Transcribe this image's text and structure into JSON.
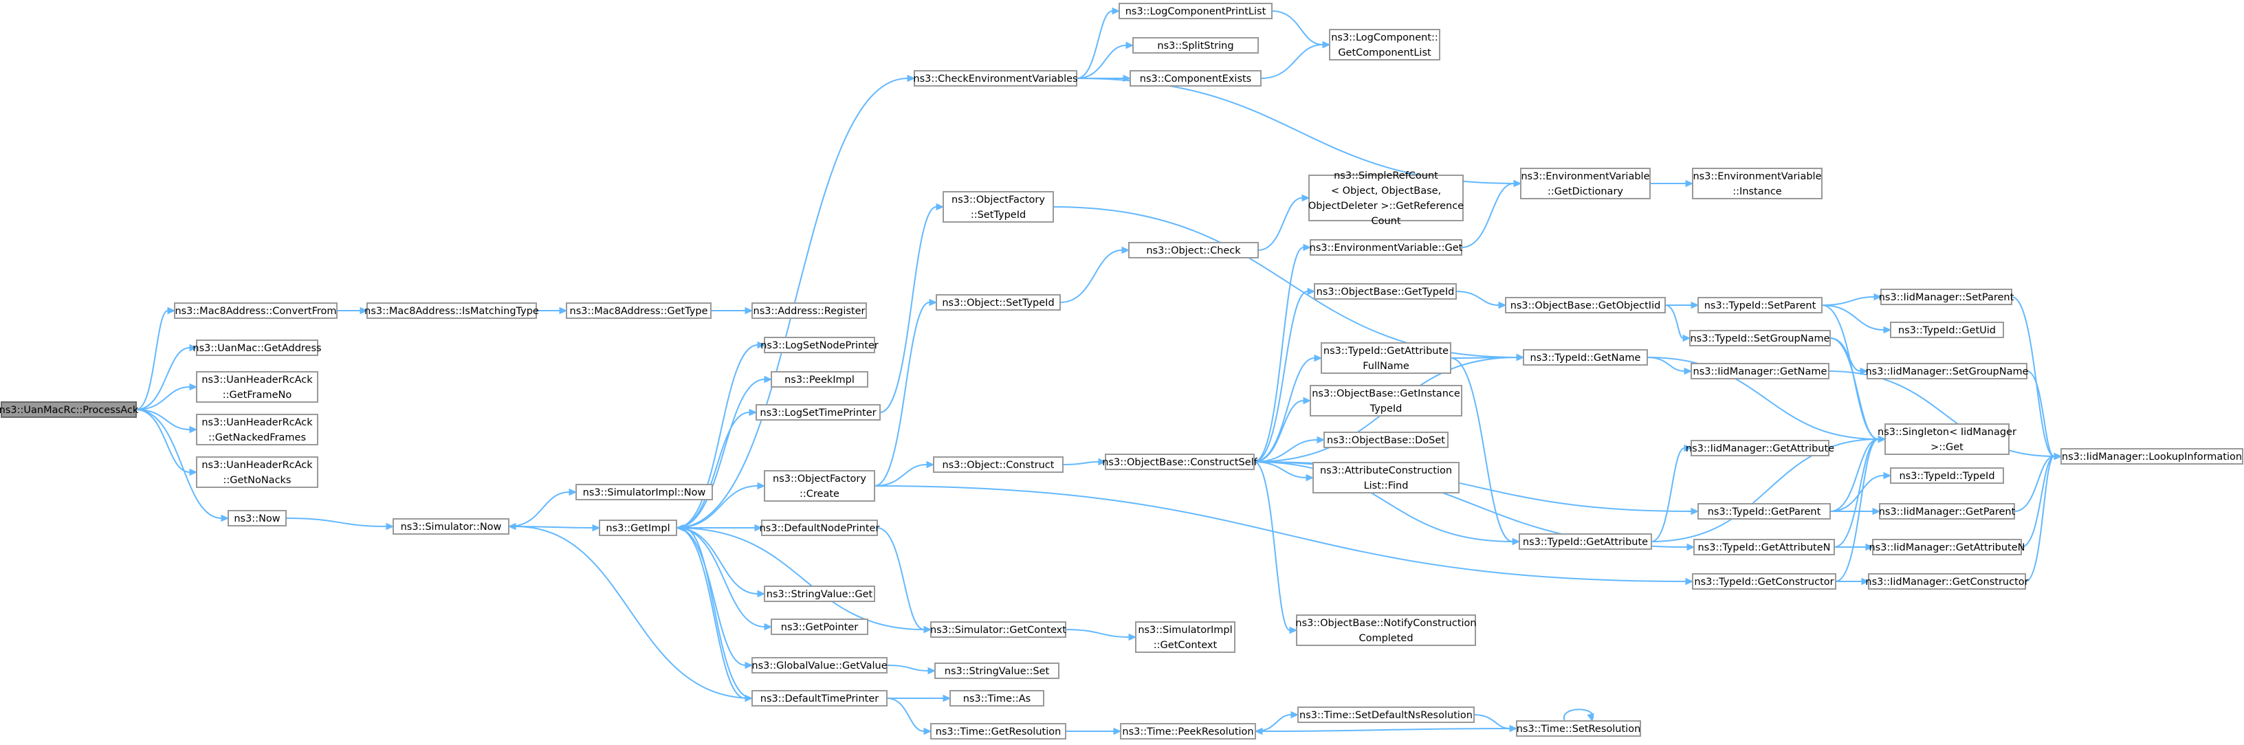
{
  "graph": {
    "edge_color": "#63b8ff",
    "node_border_color": "#999999",
    "root_fill_color": "#999999",
    "nodes": {
      "root": [
        "ns3::UanMacRc::ProcessAck"
      ],
      "convert": [
        "ns3::Mac8Address::ConvertFrom"
      ],
      "ismatch": [
        "ns3::Mac8Address::IsMatchingType"
      ],
      "gettype8": [
        "ns3::Mac8Address::GetType"
      ],
      "register": [
        "ns3::Address::Register"
      ],
      "uangetaddr": [
        "ns3::UanMac::GetAddress"
      ],
      "frameno": [
        "ns3::UanHeaderRcAck",
        "::GetFrameNo"
      ],
      "nacked": [
        "ns3::UanHeaderRcAck",
        "::GetNackedFrames"
      ],
      "nonacks": [
        "ns3::UanHeaderRcAck",
        "::GetNoNacks"
      ],
      "now": [
        "ns3::Now"
      ],
      "simnow": [
        "ns3::Simulator::Now"
      ],
      "implnow": [
        "ns3::SimulatorImpl::Now"
      ],
      "getimpl": [
        "ns3::GetImpl"
      ],
      "lognode": [
        "ns3::LogSetNodePrinter"
      ],
      "peekimpl": [
        "ns3::PeekImpl"
      ],
      "logtime": [
        "ns3::LogSetTimePrinter"
      ],
      "ofcreate": [
        "ns3::ObjectFactory",
        "::Create"
      ],
      "defnode": [
        "ns3::DefaultNodePrinter"
      ],
      "svget": [
        "ns3::StringValue::Get"
      ],
      "getptr": [
        "ns3::GetPointer"
      ],
      "gvget": [
        "ns3::GlobalValue::GetValue"
      ],
      "deftime": [
        "ns3::DefaultTimePrinter"
      ],
      "checkenv": [
        "ns3::CheckEnvironmentVariables"
      ],
      "lcprint": [
        "ns3::LogComponentPrintList"
      ],
      "split": [
        "ns3::SplitString"
      ],
      "compexists": [
        "ns3::ComponentExists"
      ],
      "lcget": [
        "ns3::LogComponent::",
        "GetComponentList"
      ],
      "ofsettid": [
        "ns3::ObjectFactory",
        "::SetTypeId"
      ],
      "objsettid": [
        "ns3::Object::SetTypeId"
      ],
      "objcheck": [
        "ns3::Object::Check"
      ],
      "objconstruct": [
        "ns3::Object::Construct"
      ],
      "simctx": [
        "ns3::Simulator::GetContext"
      ],
      "implctx": [
        "ns3::SimulatorImpl",
        "::GetContext"
      ],
      "svset": [
        "ns3::StringValue::Set"
      ],
      "timeas": [
        "ns3::Time::As"
      ],
      "timeres": [
        "ns3::Time::GetResolution"
      ],
      "peekres": [
        "ns3::Time::PeekResolution"
      ],
      "srccount": [
        "ns3::SimpleRefCount",
        "< Object, ObjectBase,",
        " ObjectDeleter >::GetReference",
        "Count"
      ],
      "envget": [
        "ns3::EnvironmentVariable::Get"
      ],
      "obgettid": [
        "ns3::ObjectBase::GetTypeId"
      ],
      "tidattrfull": [
        "ns3::TypeId::GetAttribute",
        "FullName"
      ],
      "obinst": [
        "ns3::ObjectBase::GetInstance",
        "TypeId"
      ],
      "obdoset": [
        "ns3::ObjectBase::DoSet"
      ],
      "acfind": [
        "ns3::AttributeConstruction",
        "List::Find"
      ],
      "obcself": [
        "ns3::ObjectBase::ConstructSelf"
      ],
      "obnotify": [
        "ns3::ObjectBase::NotifyConstruction",
        "Completed"
      ],
      "envdict": [
        "ns3::EnvironmentVariable",
        "::GetDictionary"
      ],
      "envinst": [
        "ns3::EnvironmentVariable",
        "::Instance"
      ],
      "obgetoid": [
        "ns3::ObjectBase::GetObjectIid"
      ],
      "tidgetname": [
        "ns3::TypeId::GetName"
      ],
      "tidgetattr": [
        "ns3::TypeId::GetAttribute"
      ],
      "tidgetparent": [
        "ns3::TypeId::GetParent"
      ],
      "tidgetattrn": [
        "ns3::TypeId::GetAttributeN"
      ],
      "tidgetctor": [
        "ns3::TypeId::GetConstructor"
      ],
      "setdefres": [
        "ns3::Time::SetDefaultNsResolution"
      ],
      "setres": [
        "ns3::Time::SetResolution"
      ],
      "tidsetparent": [
        "ns3::TypeId::SetParent"
      ],
      "tidsetgroup": [
        "ns3::TypeId::SetGroupName"
      ],
      "iidgetname": [
        "ns3::IidManager::GetName"
      ],
      "iidgetattr": [
        "ns3::IidManager::GetAttribute"
      ],
      "singleton": [
        "ns3::Singleton< IidManager",
        " >::Get"
      ],
      "iidsetparent": [
        "ns3::IidManager::SetParent"
      ],
      "tidgetuid": [
        "ns3::TypeId::GetUid"
      ],
      "iidsetgroup": [
        "ns3::IidManager::SetGroupName"
      ],
      "tidtypeid": [
        "ns3::TypeId::TypeId"
      ],
      "iidgetparent": [
        "ns3::IidManager::GetParent"
      ],
      "iidgetattrn": [
        "ns3::IidManager::GetAttributeN"
      ],
      "iidgetctor": [
        "ns3::IidManager::GetConstructor"
      ],
      "lookup": [
        "ns3::IidManager::LookupInformation"
      ]
    }
  }
}
